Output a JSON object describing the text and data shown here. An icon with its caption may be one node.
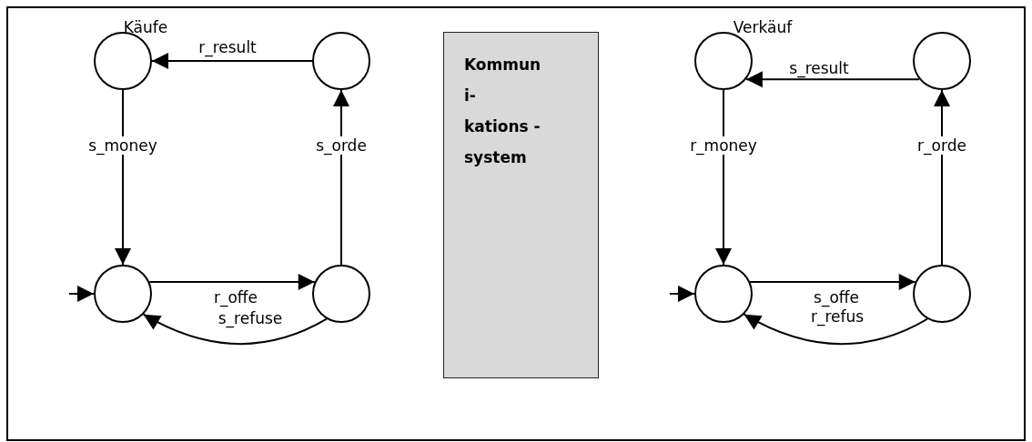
{
  "diagram": {
    "nodes": [
      {
        "text": [],
        "shape": "circle"
      },
      {
        "text": [],
        "shape": "circle"
      },
      {
        "text": [],
        "shape": "circle"
      },
      {
        "text": [],
        "shape": "circle"
      },
      {
        "text": [
          "Kommun i- kations -system"
        ]
      },
      {
        "text": [],
        "shape": "circle"
      },
      {
        "text": [],
        "shape": "circle"
      },
      {
        "text": [],
        "shape": "circle"
      },
      {
        "text": [],
        "shape": "circle"
      }
    ],
    "edges": [
      {
        "from": 1,
        "to": 0,
        "arrow": "to",
        "label": "r_result"
      },
      {
        "from": 0,
        "to": 2,
        "arrow": "to",
        "label": "s_money"
      },
      {
        "from": 2,
        "to": 3,
        "arrow": "to",
        "label": "r_offe"
      },
      {
        "from": 3,
        "to": 2,
        "arrow": "to",
        "label": "s_refuse"
      },
      {
        "from": 3,
        "to": 1,
        "arrow": "to",
        "label": "s_orde"
      },
      {
        "from": null,
        "to": 2,
        "arrow": "to"
      },
      {
        "from": 6,
        "to": 5,
        "arrow": "to",
        "label": "s_result"
      },
      {
        "from": 5,
        "to": 7,
        "arrow": "to",
        "label": "r_money"
      },
      {
        "from": 7,
        "to": 8,
        "arrow": "to",
        "label": "s_offe"
      },
      {
        "from": 8,
        "to": 7,
        "arrow": "to",
        "label": "r_refus"
      },
      {
        "from": 8,
        "to": 6,
        "arrow": "to",
        "label": "r_orde"
      },
      {
        "from": null,
        "to": 7,
        "arrow": "to"
      }
    ],
    "labels": [
      "Käufe",
      "Verkäuf"
    ]
  }
}
